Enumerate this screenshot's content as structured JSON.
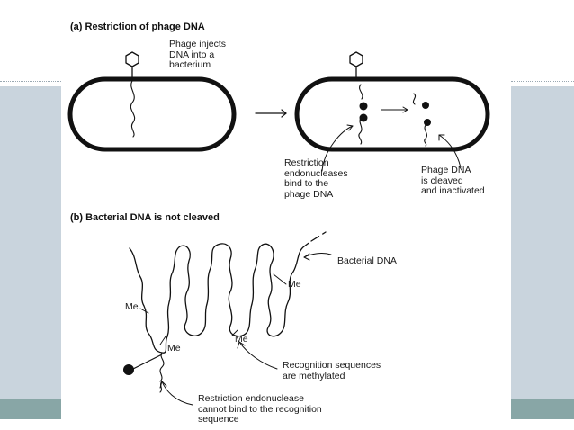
{
  "panel_a": {
    "heading": "(a) Restriction of phage DNA",
    "inject_label": "Phage injects\nDNA into a\nbacterium",
    "restriction_label": "Restriction\nendonucleases\nbind to the\nphage DNA",
    "cleaved_label": "Phage DNA\nis cleaved\nand inactivated"
  },
  "panel_b": {
    "heading": "(b) Bacterial DNA is not cleaved",
    "bacterial_dna_label": "Bacterial DNA",
    "me_label": "Me",
    "methylated_label": "Recognition sequences\nare methylated",
    "cannot_bind_label": "Restriction endonuclease\ncannot bind to the recognition\nsequence"
  },
  "colors": {
    "side_band": "#c9d4dd",
    "footer_band": "#88a6a6",
    "ink": "#111111"
  }
}
